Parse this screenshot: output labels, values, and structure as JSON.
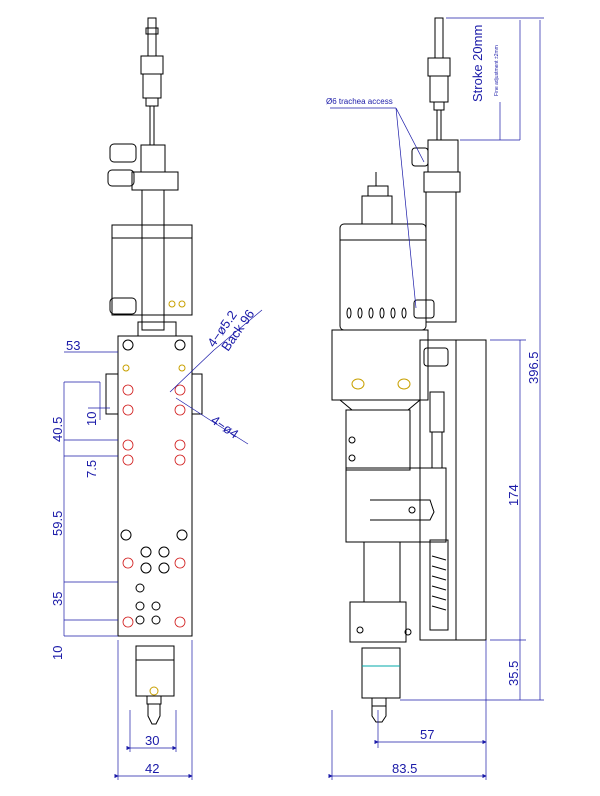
{
  "labels": {
    "stroke": "Stroke 20mm",
    "fine_adjust": "Fine adjustment ±2mm",
    "trachea": "Ø6 trachea access",
    "holes_a": "4−ø5.2",
    "back": "Back 96",
    "holes_b": "4−ø4"
  },
  "dims": {
    "d53": "53",
    "d40_5": "40.5",
    "d10a": "10",
    "d7_5": "7.5",
    "d59_5": "59.5",
    "d35": "35",
    "d10b": "10",
    "d30": "30",
    "d42": "42",
    "d396_5": "396.5",
    "d174": "174",
    "d35_5": "35.5",
    "d57": "57",
    "d83_5": "83.5"
  },
  "colors": {
    "line": "#000000",
    "dim": "#1a1aa8",
    "red": "#d01818",
    "accent": "#c8a000"
  }
}
